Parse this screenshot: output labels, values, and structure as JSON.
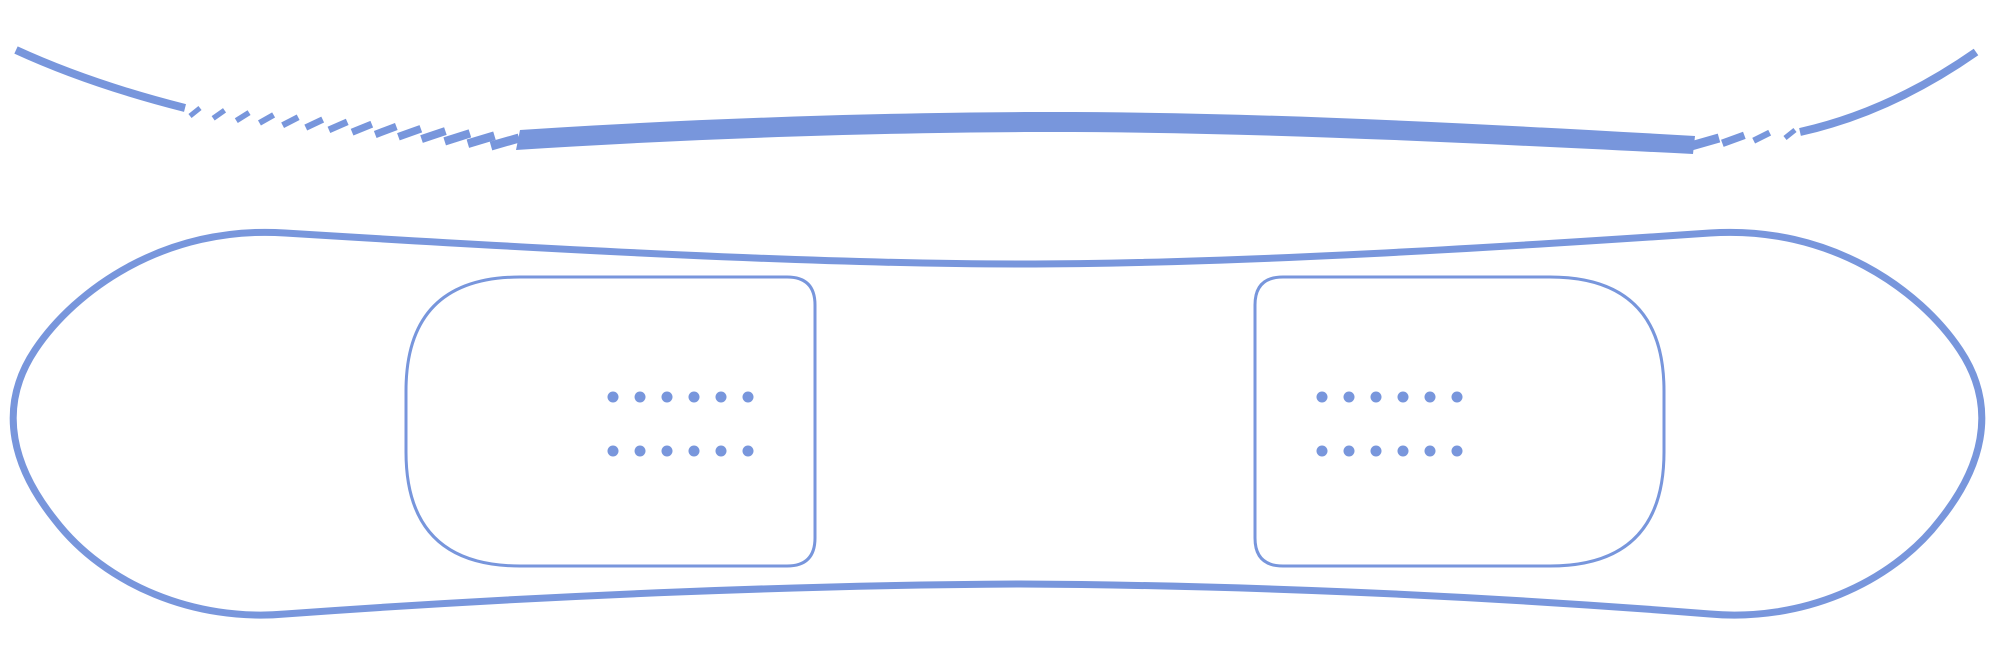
{
  "diagram": {
    "subject": "snowboard",
    "views": [
      {
        "id": "side-profile",
        "label": ""
      },
      {
        "id": "top-view",
        "label": ""
      }
    ],
    "binding_areas": 2,
    "insert_pattern": {
      "rows": 2,
      "holes_per_row": 6
    }
  },
  "colors": {
    "outline": "#7896DC",
    "insert_dot": "#7896DC",
    "background": "#FFFFFF"
  }
}
